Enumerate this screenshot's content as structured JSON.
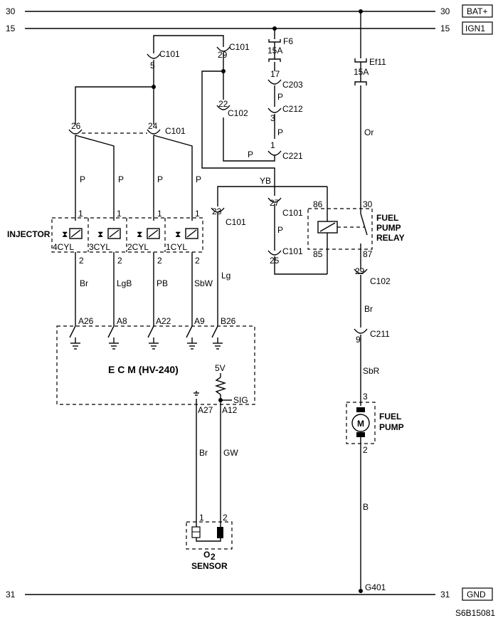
{
  "rails": {
    "bat_left": "30",
    "bat_right": "30",
    "bat_label": "BAT+",
    "ign_left": "15",
    "ign_right": "15",
    "ign_label": "IGN1",
    "gnd_left": "31",
    "gnd_right": "31",
    "gnd_label": "GND",
    "ground_point": "G401"
  },
  "fuses": {
    "f6_name": "F6",
    "f6_rating": "15A",
    "ef11_name": "Ef11",
    "ef11_rating": "15A"
  },
  "connectors": {
    "c101_5": "5",
    "c101_29": "29",
    "c101": "C101",
    "c203_pin": "17",
    "c203": "C203",
    "c102_pin": "22",
    "c102": "C102",
    "c212_pin": "3",
    "c212": "C212",
    "c221_pin": "1",
    "c221": "C221",
    "c101_26": "26",
    "c101_24": "24",
    "c101_27": "27",
    "c101_23": "23",
    "c101_25": "25",
    "c102_29": "29",
    "c211_pin": "9",
    "c211": "C211"
  },
  "wires": {
    "p": "P",
    "yb": "YB",
    "or": "Or",
    "br": "Br",
    "lgb": "LgB",
    "pb": "PB",
    "sbw": "SbW",
    "lg": "Lg",
    "gw": "GW",
    "sbr": "SbR",
    "b": "B"
  },
  "injectors": {
    "label": "INJECTOR",
    "names": [
      "4CYL",
      "3CYL",
      "2CYL",
      "1CYL"
    ],
    "pin1": "1",
    "pin2": "2"
  },
  "relay": {
    "line1": "FUEL",
    "line2": "PUMP",
    "line3": "RELAY",
    "pin86": "86",
    "pin30": "30",
    "pin85": "85",
    "pin87": "87"
  },
  "ecm": {
    "title": "E C M (HV-240)",
    "pins": [
      "A26",
      "A8",
      "A22",
      "A9",
      "B26"
    ],
    "v5": "5V",
    "sig": "SIG",
    "a27": "A27",
    "a12": "A12"
  },
  "pump": {
    "symbol": "M",
    "line1": "FUEL",
    "line2": "PUMP",
    "pin3": "3",
    "pin2": "2"
  },
  "o2": {
    "label_o": "O",
    "label_sub": "2",
    "label2": "SENSOR",
    "pin1": "1",
    "pin2": "2"
  },
  "figure_id": "S6B15081"
}
